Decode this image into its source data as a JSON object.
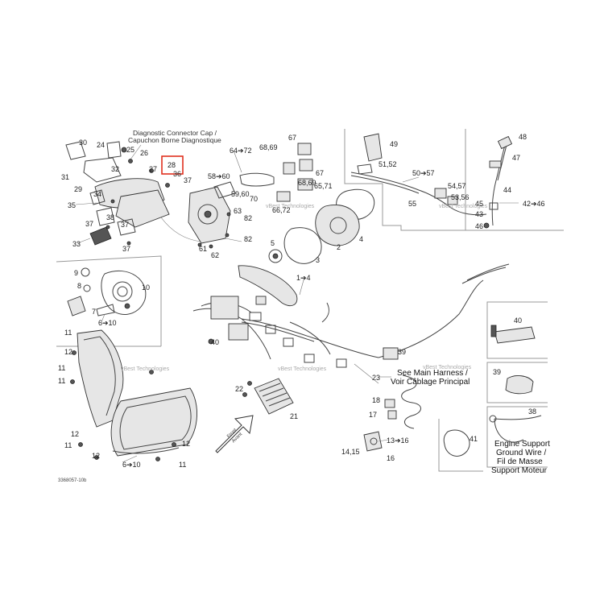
{
  "header": {
    "note_line1": "Diagnostic Connector Cap /",
    "note_line2": "Capuchon Borne Diagnostique"
  },
  "harness_note": {
    "line1": "See Main Harness /",
    "line2": "Voir Câblage Principal"
  },
  "ground_note": {
    "line1": "Engine Support",
    "line2": "Ground Wire /",
    "line3": "Fil de Masse",
    "line4": "Support Moteur"
  },
  "front_label": {
    "line1": "Front",
    "line2": "Avant"
  },
  "watermark": "vBest Technologies",
  "drawing_id": "3368057-10b",
  "highlight_color": "#e0301e",
  "callouts": {
    "c28": "28",
    "c24": "24",
    "c25": "25",
    "c26": "26",
    "c30": "30",
    "c31": "31",
    "c32": "32",
    "c27": "27",
    "c36": "36",
    "c37a": "37",
    "c29": "29",
    "c34": "34",
    "c35": "35",
    "c37b": "37",
    "c38": "38",
    "c37c": "37",
    "c33": "33",
    "c37d": "37",
    "c58_60": "58➔60",
    "c59_60": "59,60",
    "c63": "63",
    "c82a": "82",
    "c82b": "82",
    "c61": "61",
    "c62": "62",
    "c64_72": "64➔72",
    "c68_69a": "68,69",
    "c67a": "67",
    "c67b": "67",
    "c68_69b": "68,69",
    "c65_71": "65,71",
    "c70": "70",
    "c66_72": "66,72",
    "c49": "49",
    "c51_52": "51,52",
    "c50_57": "50➔57",
    "c54_57": "54,57",
    "c53_56": "53,56",
    "c55": "55",
    "c48": "48",
    "c47": "47",
    "c44": "44",
    "c45": "45",
    "c43": "43",
    "c46": "46",
    "c42_46": "42➔46",
    "c5": "5",
    "c3": "3",
    "c2": "2",
    "c4": "4",
    "c1_4": "1➔4",
    "c9": "9",
    "c8": "8",
    "c7": "7",
    "c10": "10",
    "c6_10a": "6➔10",
    "c40a": "40",
    "c39a": "39",
    "c40b": "40",
    "c39b": "39",
    "c23": "23",
    "c11a": "11",
    "c12a": "12",
    "c11b": "11",
    "c11c": "11",
    "c12b": "12",
    "c11d": "11",
    "c12c": "12",
    "c11e": "11",
    "c6_10b": "6➔10",
    "c22": "22",
    "c21": "21",
    "c18": "18",
    "c17": "17",
    "c13_16": "13➔16",
    "c14_15": "14,15",
    "c16": "16",
    "c41": "41",
    "c38b": "38"
  }
}
